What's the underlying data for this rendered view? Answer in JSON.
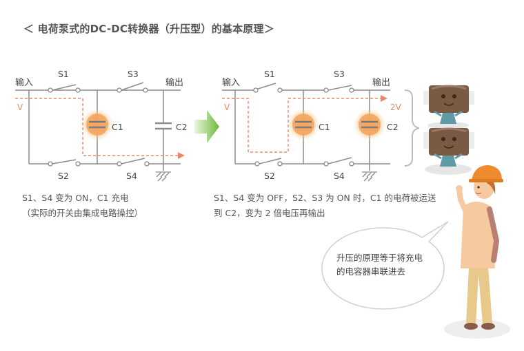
{
  "title": "＜ 电荷泵式的DC-DC转换器（升压型）的基本原理＞",
  "left_circuit": {
    "input_label": "输入",
    "output_label": "输出",
    "v_label": "V",
    "s1": "S1",
    "s2": "S2",
    "s3": "S3",
    "s4": "S4",
    "c1": "C1",
    "c2": "C2"
  },
  "right_circuit": {
    "input_label": "输入",
    "output_label": "输出",
    "v_label": "V",
    "out_v_label": "2V",
    "s1": "S1",
    "s2": "S2",
    "s3": "S3",
    "s4": "S4",
    "c1": "C1",
    "c2": "C2"
  },
  "left_desc": {
    "line1": "S1、S4 变为 ON，C1 充电",
    "line2": "（实际的开关由集成电路操控）"
  },
  "right_desc": {
    "line1": "S1、S4 变为 OFF，S2、S3 为 ON 时，C1 的电荷被运送",
    "line2": "到 C2，变为 2 倍电压再输出"
  },
  "speech": {
    "line1": "升压的原理等于将充电",
    "line2": "的电容器串联进去"
  },
  "colors": {
    "wire": "#8a8a8a",
    "current": "#e8896b",
    "cap_glow": "#f5a35a",
    "arrow": "#7cc242",
    "skin": "#f6c9a0",
    "helmet": "#ef8a2e"
  }
}
